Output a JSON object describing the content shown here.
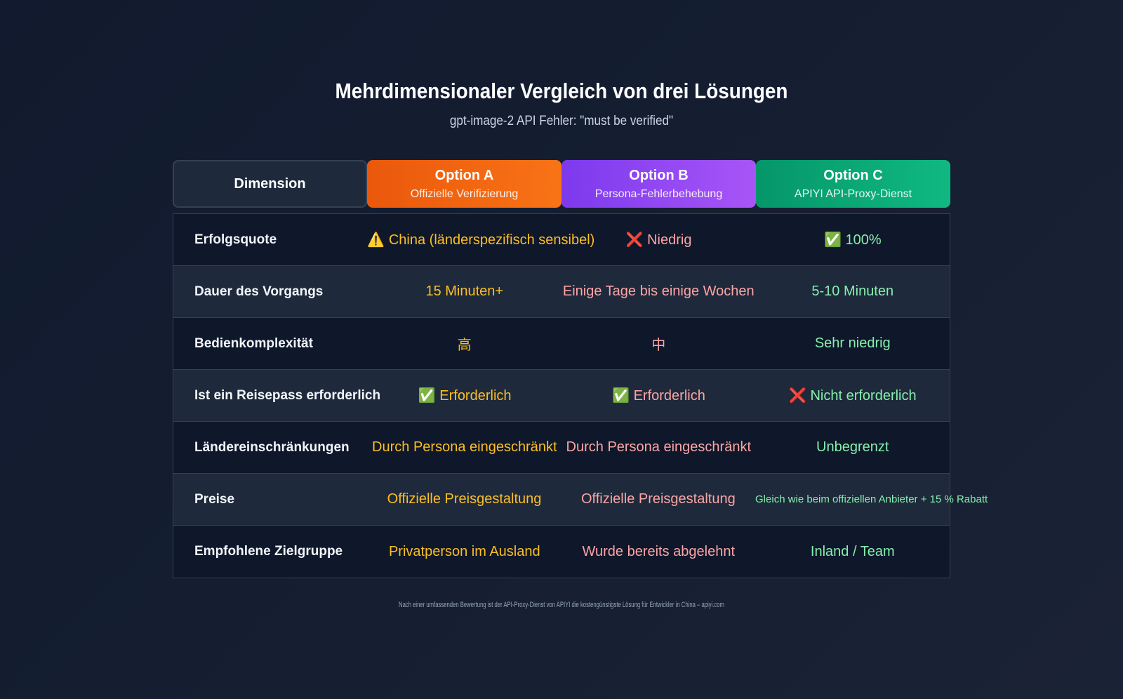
{
  "title": "Mehrdimensionaler Vergleich von drei Lösungen",
  "subtitle": "gpt-image-2 API Fehler: \"must be verified\"",
  "header": {
    "dimension": "Dimension",
    "options": [
      {
        "label": "Option A",
        "sub": "Offizielle Verifizierung"
      },
      {
        "label": "Option B",
        "sub": "Persona-Fehlerbehebung"
      },
      {
        "label": "Option C",
        "sub": "APIYI API-Proxy-Dienst"
      }
    ]
  },
  "rows": [
    {
      "dim": "Erfolgsquote",
      "a": "⚠️ China (länderspezifisch sensibel)",
      "b": "❌ Niedrig",
      "c": "✅ 100%"
    },
    {
      "dim": "Dauer des Vorgangs",
      "a": "15 Minuten+",
      "b": "Einige Tage bis einige Wochen",
      "c": "5-10 Minuten"
    },
    {
      "dim": "Bedienkomplexität",
      "a": "高",
      "b": "中",
      "c": "Sehr niedrig"
    },
    {
      "dim": "Ist ein Reisepass erforderlich",
      "a": "✅ Erforderlich",
      "b": "✅ Erforderlich",
      "c": "❌ Nicht erforderlich"
    },
    {
      "dim": "Ländereinschränkungen",
      "a": "Durch Persona eingeschränkt",
      "b": "Durch Persona eingeschränkt",
      "c": "Unbegrenzt"
    },
    {
      "dim": "Preise",
      "a": "Offizielle Preisgestaltung",
      "b": "Offizielle Preisgestaltung",
      "c": "Gleich wie beim offiziellen Anbieter + 15 % Rabatt"
    },
    {
      "dim": "Empfohlene Zielgruppe",
      "a": "Privatperson im Ausland",
      "b": "Wurde bereits abgelehnt",
      "c": "Inland / Team"
    }
  ],
  "footer": "Nach einer umfassenden Bewertung ist der API-Proxy-Dienst von APIYI die kostengünstigste Lösung für Entwickler in China – apiyi.com",
  "colors": {
    "option_a": "#f97316",
    "option_b": "#a855f7",
    "option_c": "#10b981"
  }
}
